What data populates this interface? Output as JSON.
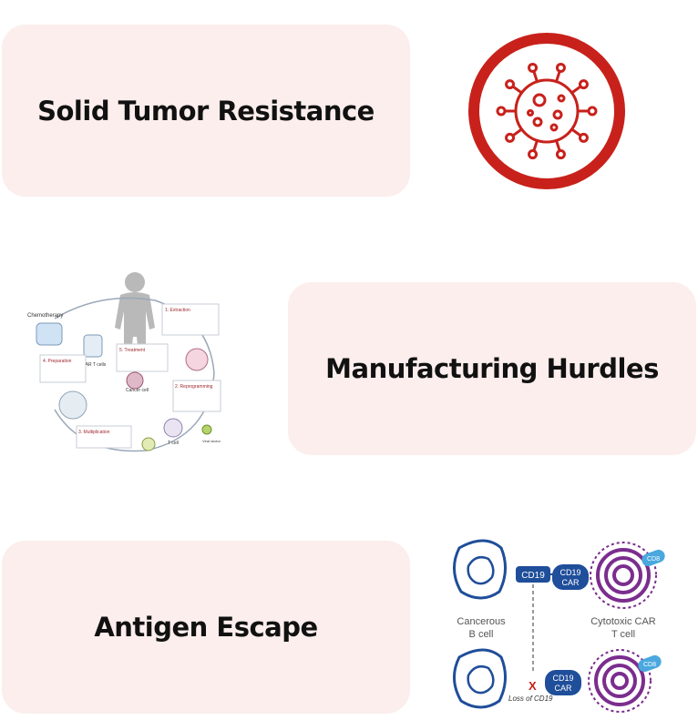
{
  "cards": {
    "solid_tumor": "Solid Tumor Resistance",
    "manufacturing": "Manufacturing Hurdles",
    "antigen_escape": "Antigen Escape"
  },
  "colors": {
    "card_bg": "#fbeeec",
    "accent_red": "#c8211b",
    "blue": "#1f4e9a",
    "purple": "#7b2d8e",
    "light_blue": "#4aa8df"
  },
  "icons": {
    "virus": "virus-icon"
  },
  "process_figure": {
    "chemotherapy": "Chemotherapy",
    "car_t_cells": "CAR T cells",
    "step1": "1. Extraction",
    "step2": "2. Reprogramming",
    "step3": "3. Multiplication",
    "step4": "4. Preparation",
    "step5": "5. Treatment",
    "cancer_cell": "Cancer cell",
    "t_cell": "T cell",
    "viral_vector": "Viral vector"
  },
  "escape_figure": {
    "cd19": "CD19",
    "cd19_car_top": "CD19",
    "car_top": "CAR",
    "cd19_car_bottom": "CD19",
    "car_bottom": "CAR",
    "cd8_top": "CD8",
    "cd8_bottom": "CD8",
    "cancerous_line1": "Cancerous",
    "cancerous_line2": "B cell",
    "cytotoxic_line1": "Cytotoxic CAR",
    "cytotoxic_line2": "T cell",
    "loss_of_cd19": "Loss of CD19",
    "x_mark": "X"
  }
}
